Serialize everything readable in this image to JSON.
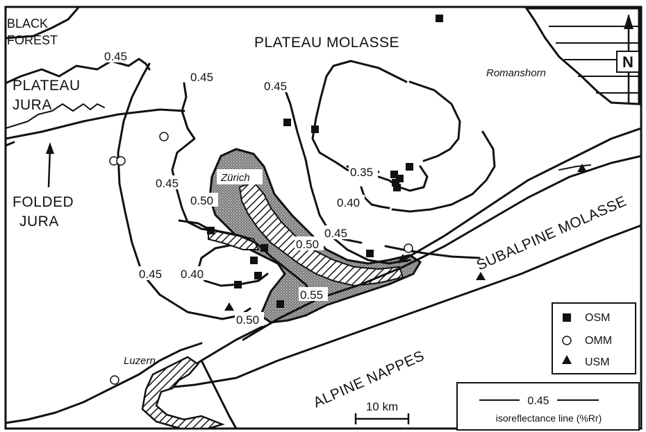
{
  "regions": {
    "black_forest_1": "BLACK",
    "black_forest_2": "FOREST",
    "plateau_molasse": "PLATEAU MOLASSE",
    "plateau_jura_1": "PLATEAU",
    "plateau_jura_2": "JURA",
    "folded_jura_1": "FOLDED",
    "folded_jura_2": "JURA",
    "subalpine_molasse": "SUBALPINE MOLASSE",
    "alpine_nappes": "ALPINE NAPPES"
  },
  "towns": {
    "romanshorn": "Romanshorn",
    "zurich": "Zürich",
    "luzern": "Luzern"
  },
  "isolines": {
    "a": "0.45",
    "b": "0.45",
    "c": "0.45",
    "d": "0.45",
    "e": "0.45",
    "f": "0.45",
    "g": "0.35",
    "h": "0.40",
    "i": "0.50",
    "j": "0.50",
    "k": "0.40",
    "l": "0.55",
    "m": "0.50"
  },
  "north_arrow": "N",
  "scale_bar": "10 km",
  "legend": {
    "osm": "OSM",
    "omm": "OMM",
    "usm": "USM",
    "line_value": "0.45",
    "line_caption": "isoreflectance line (%Rr)"
  }
}
